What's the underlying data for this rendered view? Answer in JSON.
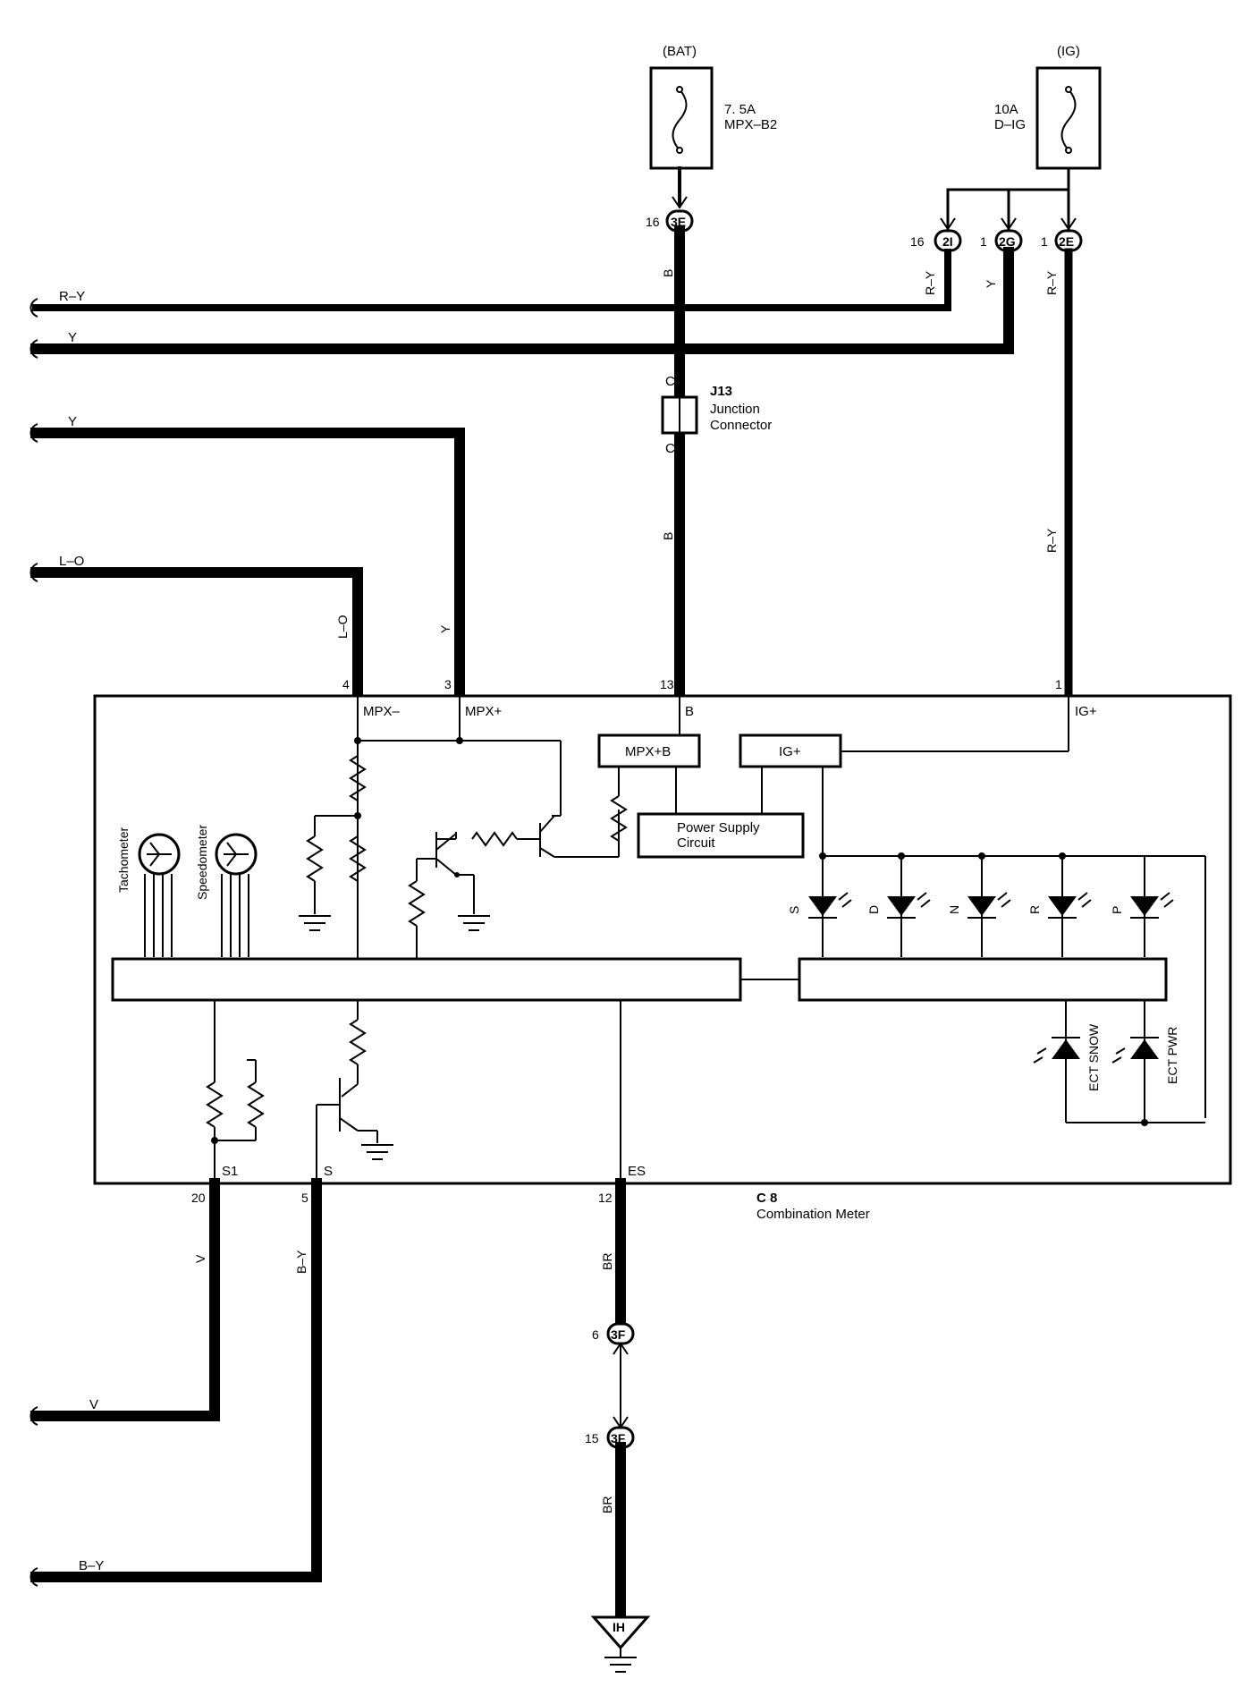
{
  "sources": {
    "bat": {
      "label": "(BAT)",
      "rating": "7. 5A",
      "name": "MPX–B2"
    },
    "ig": {
      "label": "(IG)",
      "rating": "10A",
      "name": "D–IG"
    }
  },
  "connectors": {
    "3E_top": {
      "pin": "16",
      "id": "3E"
    },
    "2I": {
      "pin": "16",
      "id": "2I"
    },
    "2G": {
      "pin": "1",
      "id": "2G"
    },
    "2E": {
      "pin": "1",
      "id": "2E"
    },
    "3F_a": {
      "pin": "6",
      "id": "3F"
    },
    "3F_b": {
      "pin": "15",
      "id": "3F"
    },
    "IH": {
      "id": "IH"
    }
  },
  "junction": {
    "id": "J13",
    "line1": "Junction",
    "line2": "Connector",
    "pin_top": "C",
    "pin_bottom": "C"
  },
  "wires": {
    "left_ry": "R–Y",
    "left_y1": "Y",
    "left_y2": "Y",
    "left_lo": "L–O",
    "left_v": "V",
    "left_by": "B–Y",
    "vert_ry_2i": "R–Y",
    "vert_y_2g": "Y",
    "vert_ry_2e": "R–Y",
    "vert_b_upper": "B",
    "vert_b_lower": "B",
    "vert_ry_lower": "R–Y",
    "vert_lo": "L–O",
    "vert_y": "Y",
    "vert_v": "V",
    "vert_by": "B–Y",
    "vert_br_upper": "BR",
    "vert_br_lower": "BR"
  },
  "meter": {
    "id": "C 8",
    "name": "Combination Meter",
    "pins_top": {
      "mpx_minus": {
        "num": "4",
        "label": "MPX–"
      },
      "mpx_plus": {
        "num": "3",
        "label": "MPX+"
      },
      "b": {
        "num": "13",
        "label": "B"
      },
      "ig_plus": {
        "num": "1",
        "label": "IG+"
      }
    },
    "pins_bottom": {
      "s1": {
        "num": "20",
        "label": "S1"
      },
      "s": {
        "num": "5",
        "label": "S"
      },
      "es": {
        "num": "12",
        "label": "ES"
      }
    },
    "blocks": {
      "mpxb": "MPX+B",
      "igp": "IG+",
      "psu_line1": "Power Supply",
      "psu_line2": "Circuit"
    },
    "gauges": {
      "tach": "Tachometer",
      "speedo": "Speedometer"
    },
    "indicators": [
      "S",
      "D",
      "N",
      "R",
      "P"
    ],
    "ect": {
      "snow": "ECT SNOW",
      "pwr": "ECT PWR"
    }
  }
}
